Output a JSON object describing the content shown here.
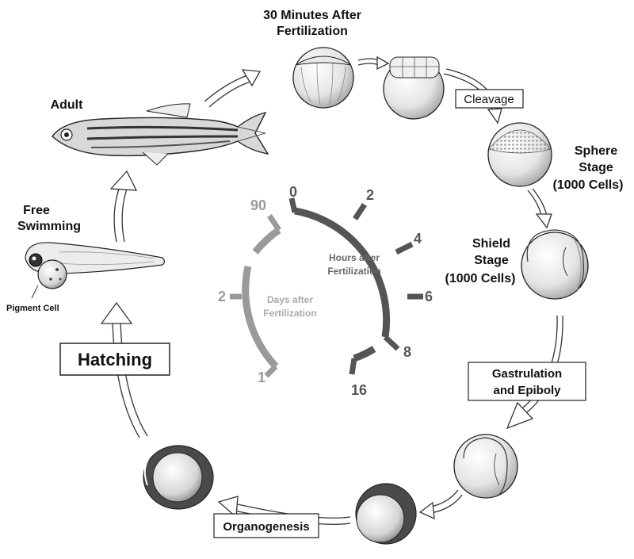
{
  "stages": {
    "thirty_min": [
      "30 Minutes After",
      "Fertilization"
    ],
    "cleavage": "Cleavage",
    "sphere": [
      "Sphere",
      "Stage",
      "(1000 Cells)"
    ],
    "shield": [
      "Shield",
      "Stage",
      "(1000 Cells)"
    ],
    "gastrulation": [
      "Gastrulation",
      "and Epiboly"
    ],
    "organogenesis": "Organogenesis",
    "hatching": "Hatching",
    "free_swimming": [
      "Free",
      "Swimming"
    ],
    "pigment_cell": "Pigment Cell",
    "adult": "Adult"
  },
  "clock": {
    "hours_label": [
      "Hours after",
      "Fertilization"
    ],
    "days_label": [
      "Days after",
      "Fertilization"
    ],
    "hour_ticks": [
      "0",
      "2",
      "4",
      "6",
      "8",
      "16"
    ],
    "day_ticks": [
      "90",
      "2",
      "1"
    ]
  },
  "colors": {
    "hours_arc": "#555555",
    "days_arc": "#9a9a9a",
    "outline": "#222222",
    "embryo_dark": "#3c3c3c"
  }
}
